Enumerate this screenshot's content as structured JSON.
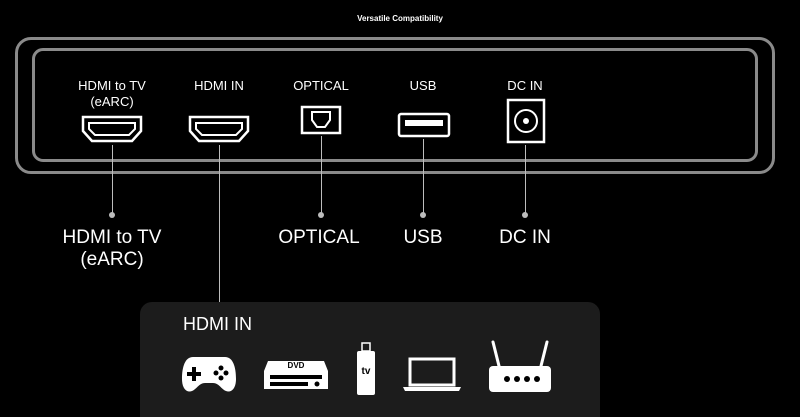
{
  "title": "Versatile Compatibility",
  "ports": [
    {
      "label_top": "HDMI to TV\n(eARC)",
      "label_bottom": "HDMI to TV\n(eARC)",
      "icon": "hdmi-port-icon"
    },
    {
      "label_top": "HDMI IN",
      "label_bottom": "HDMI IN",
      "icon": "hdmi-port-icon"
    },
    {
      "label_top": "OPTICAL",
      "label_bottom": "OPTICAL",
      "icon": "optical-port-icon"
    },
    {
      "label_top": "USB",
      "label_bottom": "USB",
      "icon": "usb-port-icon"
    },
    {
      "label_top": "DC IN",
      "label_bottom": "DC IN",
      "icon": "dc-port-icon"
    }
  ],
  "devices": {
    "panel_label": "HDMI IN",
    "dvd_text": "DVD",
    "stick_text": "tv",
    "items": [
      "game-controller-icon",
      "dvd-player-icon",
      "tv-stick-icon",
      "laptop-icon",
      "router-icon"
    ]
  },
  "colors": {
    "background": "#000000",
    "outline": "#8a8a8a",
    "connector": "#bdbdbd",
    "panel": "#1c1c1c"
  }
}
